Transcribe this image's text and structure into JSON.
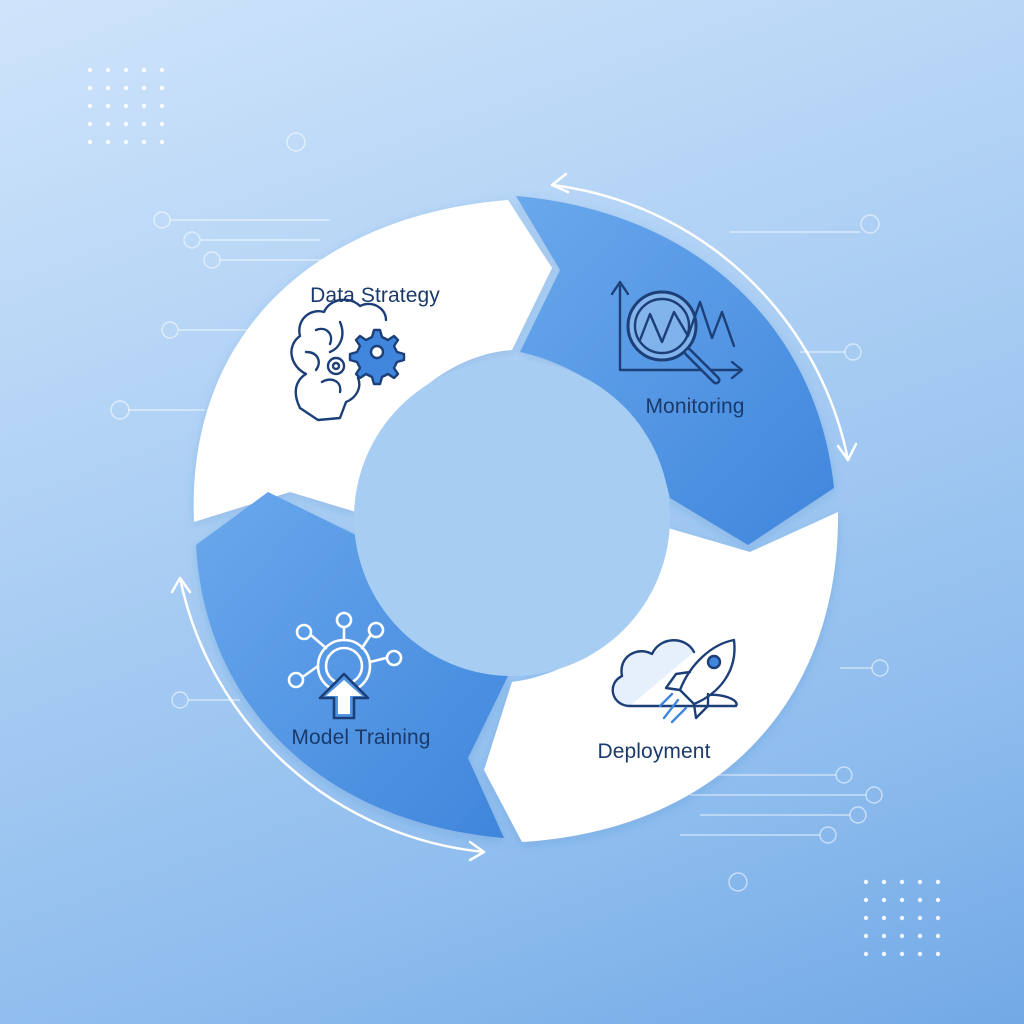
{
  "stages": [
    {
      "label": "Data Strategy",
      "icon": "brain-gear-icon"
    },
    {
      "label": "Monitoring",
      "icon": "magnifier-chart-icon"
    },
    {
      "label": "Deployment",
      "icon": "cloud-rocket-icon"
    },
    {
      "label": "Model Training",
      "icon": "network-upload-icon"
    }
  ],
  "colors": {
    "white_segment": "#ffffff",
    "blue_segment": "#4f95e4",
    "hub": "#a8cdf3",
    "icon_stroke": "#1d3f78",
    "label_text": "#1a3a6b"
  }
}
